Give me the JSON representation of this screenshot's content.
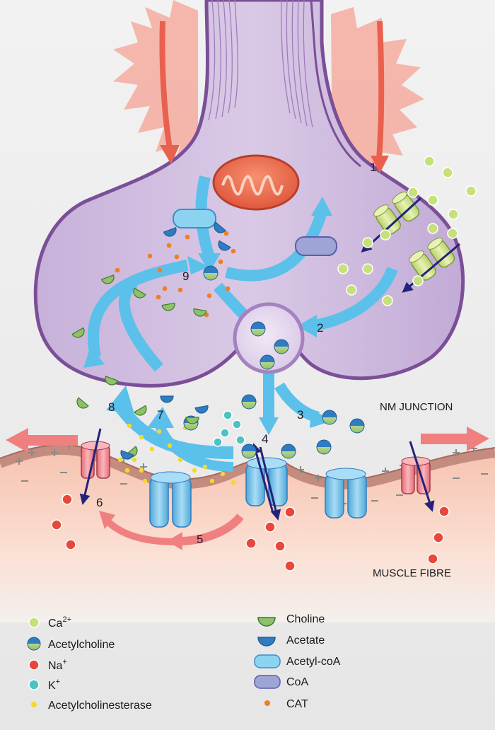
{
  "labels": {
    "nm_junction": "NM JUNCTION",
    "muscle_fibre": "MUSCLE FIBRE"
  },
  "steps": [
    "1",
    "2",
    "3",
    "4",
    "5",
    "6",
    "7",
    "8",
    "9"
  ],
  "legend_left": [
    {
      "icon": "calcium-ion-icon",
      "main": "Ca",
      "sup": "2+"
    },
    {
      "icon": "acetylcholine-icon",
      "main": "Acetylcholine",
      "sup": ""
    },
    {
      "icon": "sodium-ion-icon",
      "main": "Na",
      "sup": "+"
    },
    {
      "icon": "potassium-ion-icon",
      "main": "K",
      "sup": "+"
    },
    {
      "icon": "acetylcholinesterase-icon",
      "main": "Acetylcholinesterase",
      "sup": ""
    }
  ],
  "legend_right": [
    {
      "icon": "choline-icon",
      "main": "Choline"
    },
    {
      "icon": "acetate-icon",
      "main": "Acetate"
    },
    {
      "icon": "acetyl-coa-icon",
      "main": "Acetyl-coA"
    },
    {
      "icon": "coa-icon",
      "main": "CoA"
    },
    {
      "icon": "cat-icon",
      "main": "CAT"
    }
  ],
  "colors": {
    "terminal": "#cdb9df",
    "terminal_edge": "#7b4f98",
    "flow_arrow": "#5bc0ea",
    "muscle": "#f6c8b5",
    "calcium": "#c6e07a",
    "sodium": "#e8473c",
    "potassium": "#4cc3c2",
    "esterase": "#f2d92b",
    "cat": "#f07f22",
    "action_potential": "#f08080"
  }
}
